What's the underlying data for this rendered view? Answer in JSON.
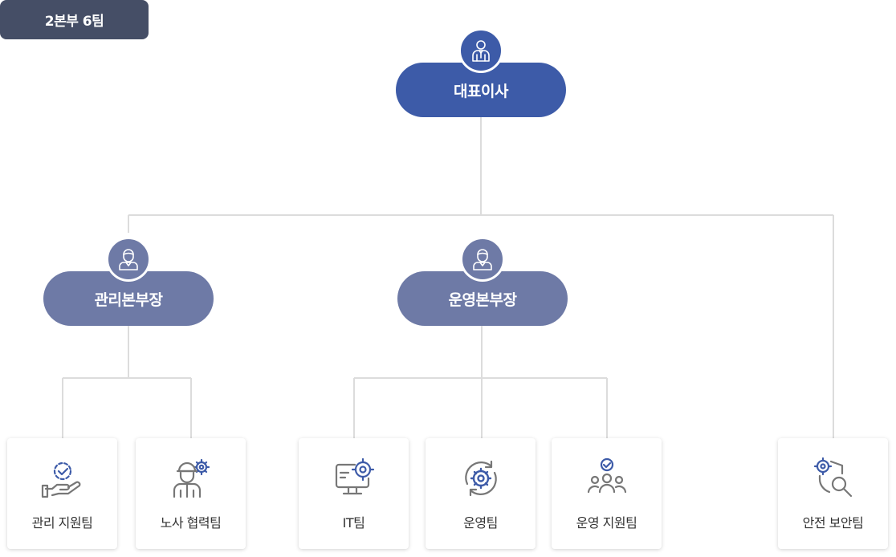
{
  "badge": "2본부 6팀",
  "ceo": {
    "label": "대표이사",
    "icon": "businessman-icon"
  },
  "divisions": [
    {
      "label": "관리본부장",
      "icon": "manager-icon"
    },
    {
      "label": "운영본부장",
      "icon": "manager-icon"
    }
  ],
  "teams": [
    {
      "label": "관리 지원팀",
      "icon": "hand-gear-check-icon"
    },
    {
      "label": "노사 협력팀",
      "icon": "worker-gear-icon"
    },
    {
      "label": "IT팀",
      "icon": "monitor-gear-icon"
    },
    {
      "label": "운영팀",
      "icon": "cycle-gear-icon"
    },
    {
      "label": "운영 지원팀",
      "icon": "team-gear-icon"
    },
    {
      "label": "안전 보안팀",
      "icon": "shield-search-icon"
    }
  ],
  "colors": {
    "ceo": "#3d5ba8",
    "division": "#6e7aa6",
    "icon_blue": "#3d5ba8",
    "icon_gray": "#777777",
    "line": "#dddddd"
  }
}
